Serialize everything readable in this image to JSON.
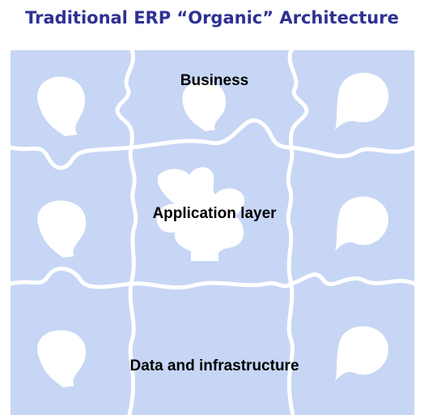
{
  "title": "Traditional ERP “Organic” Architecture",
  "layers": {
    "business": "Business",
    "application": "Application layer",
    "data": "Data and infrastructure"
  },
  "colors": {
    "title": "#2e3192",
    "piece": "#c7d6f5",
    "hole": "#ffffff",
    "gap": "#ffffff"
  }
}
